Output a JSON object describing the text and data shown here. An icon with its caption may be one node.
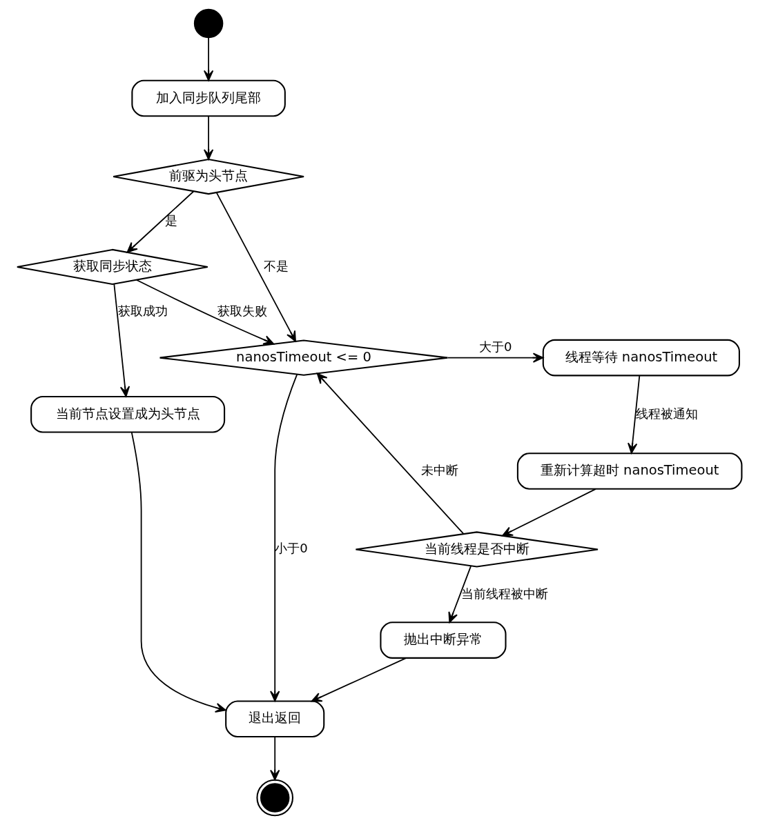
{
  "diagram": {
    "nodes": [
      {
        "text": [],
        "shape": "circle"
      },
      {
        "text": [
          "加入同步队列尾部"
        ]
      },
      {
        "text": [
          "前驱为头节点"
        ]
      },
      {
        "text": [
          "获取同步状态"
        ]
      },
      {
        "text": [
          "当前节点设置成为头节点"
        ]
      },
      {
        "text": [
          "nanosTimeout <= 0"
        ]
      },
      {
        "text": [
          "线程等待 nanosTimeout"
        ]
      },
      {
        "text": [
          "重新计算超时 nanosTimeout"
        ]
      },
      {
        "text": [
          "当前线程是否中断"
        ]
      },
      {
        "text": [
          "抛出中断异常"
        ]
      },
      {
        "text": [
          "退出返回"
        ]
      },
      {
        "text": [],
        "shape": "circle"
      }
    ],
    "edges": [
      {
        "from": 0,
        "to": 1,
        "arrow": "to"
      },
      {
        "from": 1,
        "to": 2,
        "arrow": "to"
      },
      {
        "from": 2,
        "to": 3,
        "arrow": "to",
        "label": "是"
      },
      {
        "from": 2,
        "to": 5,
        "arrow": "to",
        "label": "不是"
      },
      {
        "from": 3,
        "to": 5,
        "arrow": "to",
        "label": "获取失败"
      },
      {
        "from": 3,
        "to": 4,
        "arrow": "to",
        "label": "获取成功"
      },
      {
        "from": 4,
        "to": 10,
        "arrow": "to"
      },
      {
        "from": 5,
        "to": 10,
        "arrow": "to",
        "label": "小于0"
      },
      {
        "from": 5,
        "to": 6,
        "arrow": "to",
        "label": "大于0"
      },
      {
        "from": 6,
        "to": 7,
        "arrow": "to",
        "label": "线程被通知"
      },
      {
        "from": 7,
        "to": 8,
        "arrow": "to"
      },
      {
        "from": 8,
        "to": 5,
        "arrow": "to",
        "label": "未中断"
      },
      {
        "from": 8,
        "to": 9,
        "arrow": "to",
        "label": "当前线程被中断"
      },
      {
        "from": 9,
        "to": 10,
        "arrow": "to"
      },
      {
        "from": 10,
        "to": 11,
        "arrow": "to"
      }
    ]
  }
}
